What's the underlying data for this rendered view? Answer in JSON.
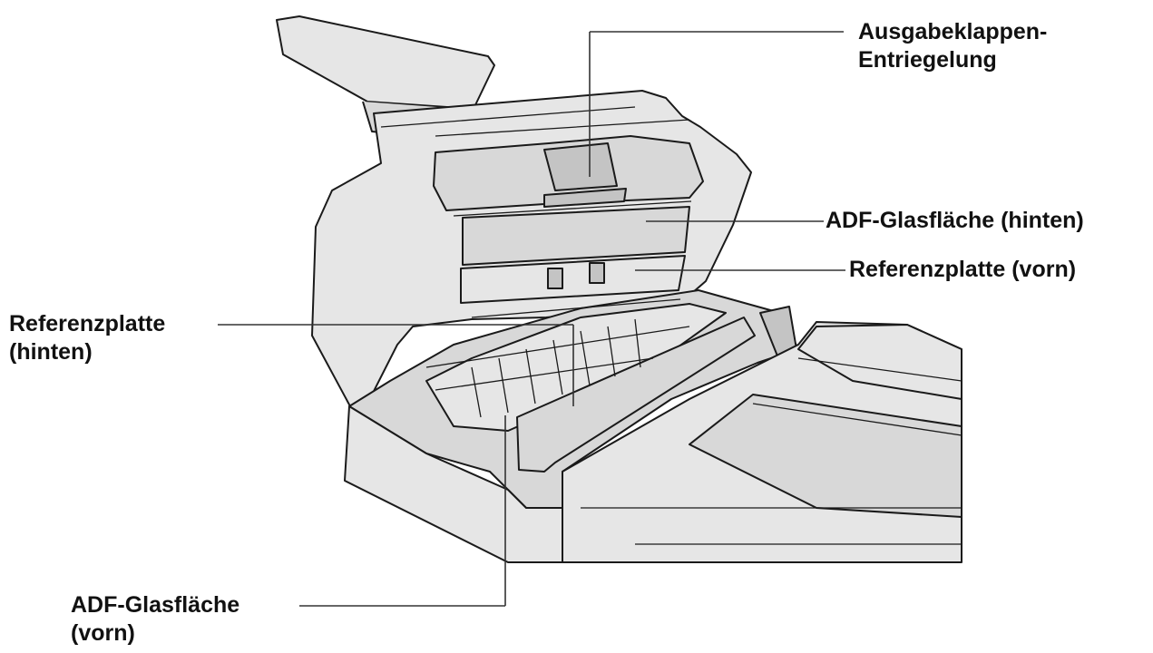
{
  "callouts": {
    "ausgabeklappen": {
      "line1": "Ausgabeklappen-",
      "line2": "Entriegelung"
    },
    "adf_glas_hinten": {
      "text": "ADF-Glasfläche (hinten)"
    },
    "referenzplatte_vorn": {
      "text": "Referenzplatte (vorn)"
    },
    "referenzplatte_hinten": {
      "line1": "Referenzplatte",
      "line2": "(hinten)"
    },
    "adf_glas_vorn": {
      "line1": "ADF-Glasfläche",
      "line2": "(vorn)"
    }
  },
  "colors": {
    "body_fill": "#e6e6e6",
    "panel_fill": "#d8d8d8",
    "dark_fill": "#c4c4c4",
    "outline": "#1a1a1a",
    "leader": "#333333"
  }
}
